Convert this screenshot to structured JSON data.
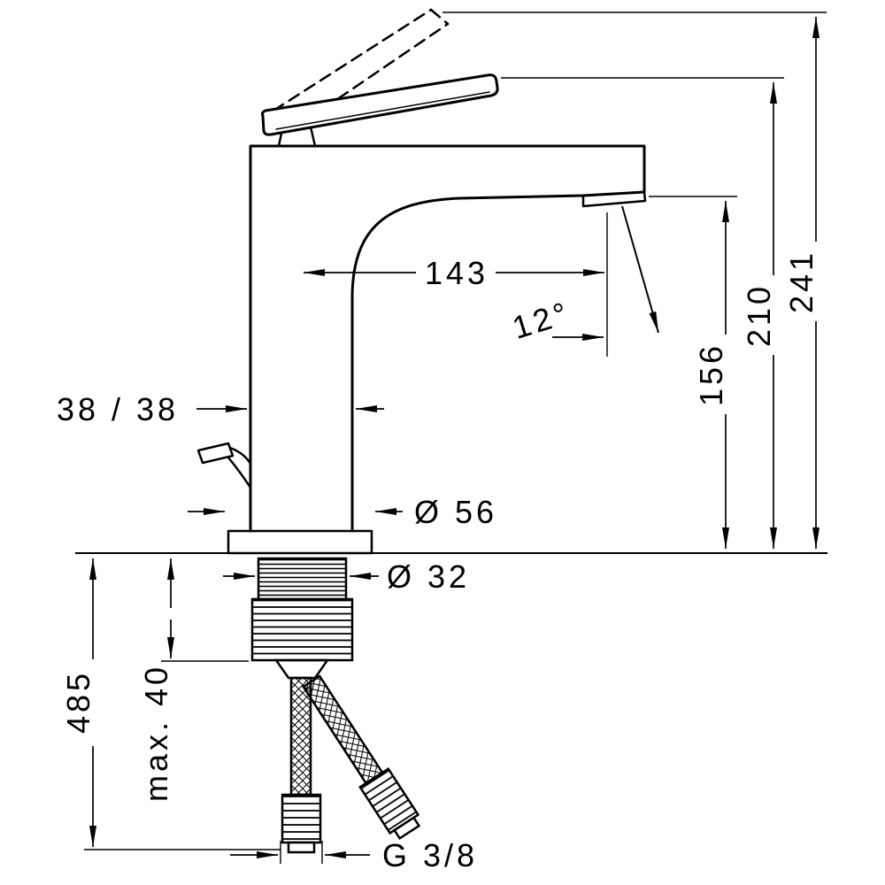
{
  "drawing": {
    "type": "technical-dimension-drawing",
    "subject": "single-lever basin mixer faucet with pop-up rod and supply hoses",
    "colors": {
      "line": "#000000",
      "background": "#ffffff"
    },
    "dimensions": {
      "spout_reach": "143",
      "outlet_angle": "12°",
      "outlet_height": "156",
      "handle_height": "210",
      "max_height": "241",
      "body_width": "38 / 38",
      "base_diameter": "Ø 56",
      "shank_diameter": "Ø 32",
      "install_length": "485",
      "max_deck_thickness": "max. 40",
      "connection_thread": "G 3/8"
    }
  }
}
